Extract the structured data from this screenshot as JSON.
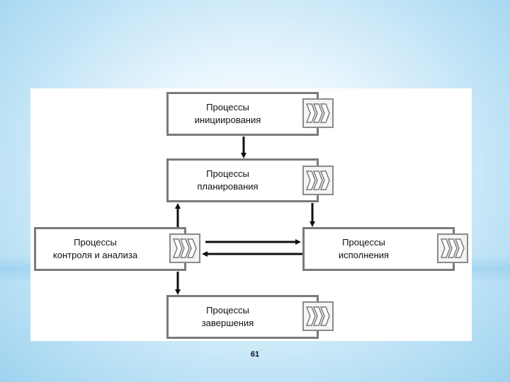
{
  "diagram": {
    "nodes": {
      "initiation": {
        "line1": "Процессы",
        "line2": "инициирования"
      },
      "planning": {
        "line1": "Процессы",
        "line2": "планирования"
      },
      "control": {
        "line1": "Процессы",
        "line2": "контроля и анализа"
      },
      "execution": {
        "line1": "Процессы",
        "line2": "исполнения"
      },
      "closing": {
        "line1": "Процессы",
        "line2": "завершения"
      }
    },
    "edges": [
      {
        "from": "initiation",
        "to": "planning"
      },
      {
        "from": "planning",
        "to": "execution"
      },
      {
        "from": "control",
        "to": "planning"
      },
      {
        "from": "control",
        "to": "execution"
      },
      {
        "from": "execution",
        "to": "control"
      },
      {
        "from": "control",
        "to": "closing"
      }
    ]
  },
  "footer": {
    "page_number": "61"
  },
  "colors": {
    "border": "#7a7a7a",
    "arrow": "#111111",
    "icon_border": "#8a8a8a"
  },
  "icons": {
    "process_icon": "triple-chevron-icon"
  }
}
